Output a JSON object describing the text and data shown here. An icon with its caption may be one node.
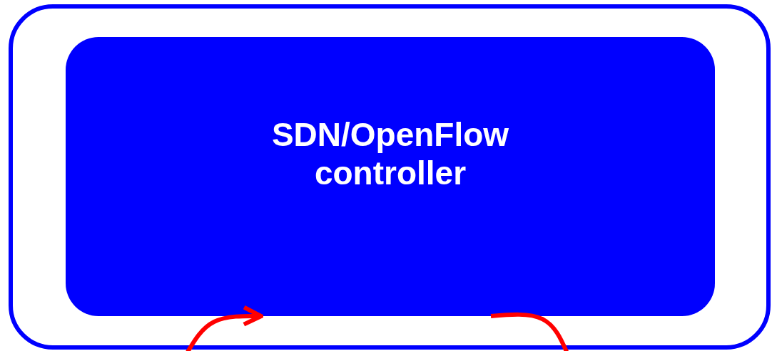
{
  "diagram": {
    "nodes": [
      {
        "text": [],
        "shape": "box"
      },
      {
        "text": [
          "SDN/OpenFlow controller"
        ],
        "in": 0
      }
    ],
    "edges": [
      {
        "from": null,
        "to": 1,
        "arrow": "to",
        "color": "#ff0000"
      },
      {
        "from": 1,
        "to": null,
        "arrow": "none",
        "color": "#ff0000"
      }
    ]
  }
}
